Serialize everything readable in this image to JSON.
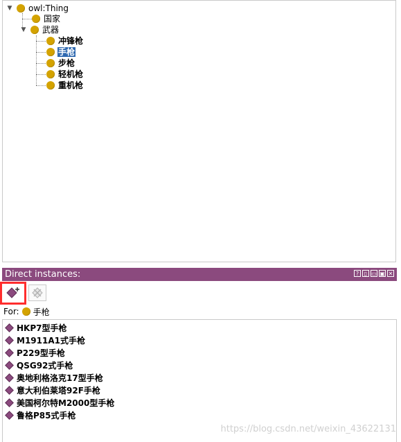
{
  "class_tree": {
    "root": "owl:Thing",
    "country": "国家",
    "weapon": "武器",
    "weapon_children": [
      "冲锋枪",
      "手枪",
      "步枪",
      "轻机枪",
      "重机枪"
    ]
  },
  "instances_panel": {
    "title": "Direct instances:",
    "for_label": "For:",
    "for_class": "手枪",
    "items": [
      "HKP7型手枪",
      "M1911A1式手枪",
      "P229型手枪",
      "QSG92式手枪",
      "奥地利格洛克17型手枪",
      "意大利伯莱塔92F手枪",
      "美国柯尔特M2000型手枪",
      "鲁格P85式手枪"
    ]
  },
  "window_buttons": [
    "?",
    "▯",
    "▭",
    "▣",
    "✕"
  ],
  "watermark": "https://blog.csdn.net/weixin_43622131",
  "colors": {
    "accent": "#8b4a7e",
    "class_dot": "#d4a300",
    "selection": "#2f69b0",
    "highlight_box": "#ff2d2d"
  }
}
